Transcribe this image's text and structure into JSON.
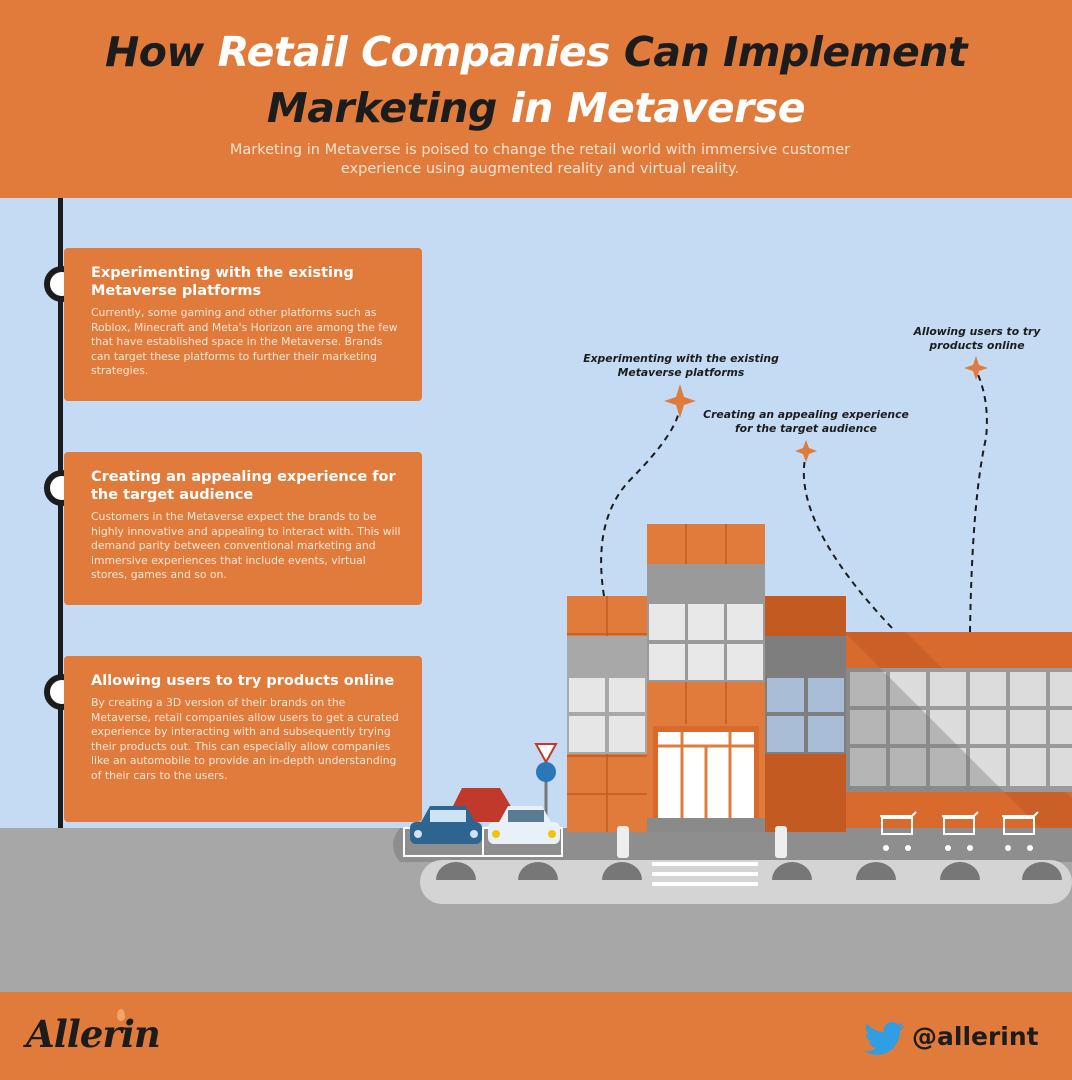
{
  "header": {
    "title_line1_dark": "How",
    "title_line1_light": "Retail Companies",
    "title_line1_dark2": "Can Implement",
    "title_line2_dark": "Marketing",
    "title_line2_light": "in Metaverse",
    "subtitle": "Marketing in Metaverse is poised to change the retail world with immersive customer experience using augmented reality and virtual reality."
  },
  "cards": [
    {
      "title": "Experimenting with the existing Metaverse platforms",
      "body": "Currently, some gaming and other platforms such as Roblox, Minecraft and Meta's Horizon are among the few that have established space in the Metaverse. Brands can target these platforms to further their marketing strategies."
    },
    {
      "title": "Creating an appealing experience for the target audience",
      "body": "Customers in the Metaverse expect the brands to be highly innovative and appealing to interact with. This will demand parity between conventional marketing and immersive experiences that include events, virtual stores, games and so on."
    },
    {
      "title": "Allowing users to try products online",
      "body": "By creating a 3D version of their brands on the Metaverse, retail companies allow users to get a curated experience by interacting with and subsequently trying their products out. This can especially allow companies like an automobile to provide an in-depth understanding of their cars to the users."
    }
  ],
  "annotations": [
    {
      "text": "Experimenting with the existing Metaverse platforms"
    },
    {
      "text": "Creating an appealing experience for the target audience"
    },
    {
      "text": "Allowing users to try products online"
    }
  ],
  "footer": {
    "logo": "Allerin",
    "handle": "@allerint"
  },
  "colors": {
    "orange": "#e07b3c",
    "sky": "#c4dbf3",
    "dark": "#1c1c1c",
    "ground": "#a7a7a7",
    "twitter": "#2f9ee3"
  }
}
